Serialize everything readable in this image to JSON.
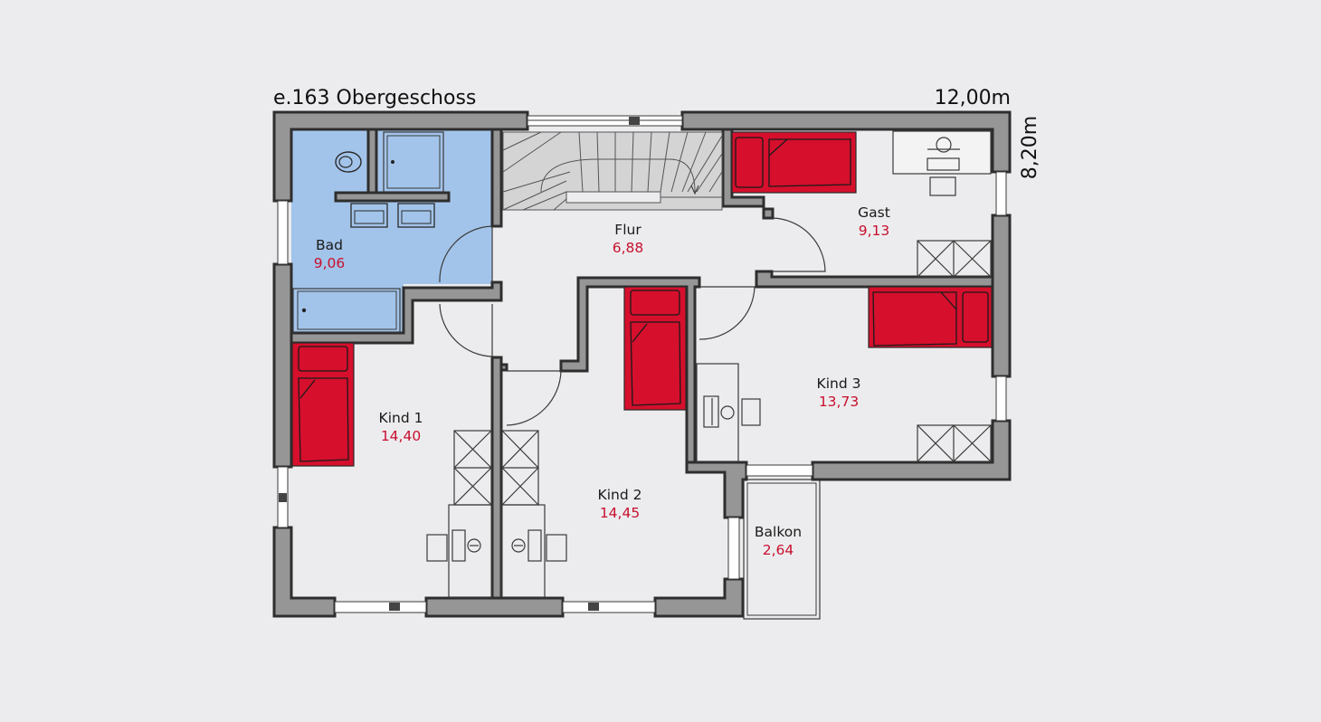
{
  "plan": {
    "title": "e.163 Obergeschoss",
    "width_label": "12,00m",
    "depth_label": "8,20m"
  },
  "rooms": {
    "bad": {
      "name": "Bad",
      "area": "9,06"
    },
    "flur": {
      "name": "Flur",
      "area": "6,88"
    },
    "gast": {
      "name": "Gast",
      "area": "9,13"
    },
    "kind1": {
      "name": "Kind 1",
      "area": "14,40"
    },
    "kind2": {
      "name": "Kind 2",
      "area": "14,45"
    },
    "kind3": {
      "name": "Kind 3",
      "area": "13,73"
    },
    "balkon": {
      "name": "Balkon",
      "area": "2,64"
    }
  },
  "colors": {
    "background": "#ececee",
    "wall_fill": "#969696",
    "wall_stroke": "#2e2e2e",
    "bathroom_fill": "#a3c4ea",
    "bed_fill": "#d50f2c",
    "area_text": "#c8102e"
  }
}
